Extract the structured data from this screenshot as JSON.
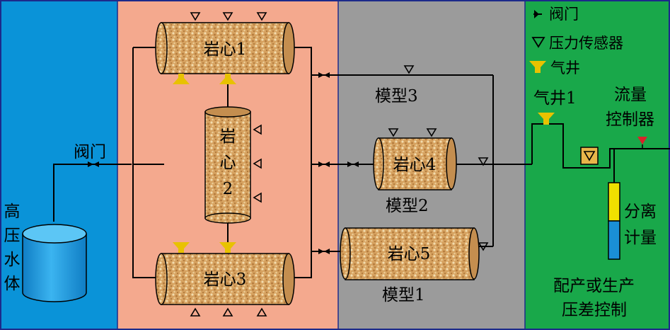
{
  "zones": {
    "water_color": "#0a93d8",
    "core_color": "#f4a98e",
    "model_color": "#9b9b9b",
    "control_color": "#19a84a",
    "border_color": "#1c2a8a"
  },
  "labels": {
    "water_tank": [
      "高",
      "压",
      "水",
      "体"
    ],
    "inlet_valve": "阀门",
    "core1": "岩心1",
    "core2": [
      "岩",
      "心",
      "2"
    ],
    "core3": "岩心3",
    "core4": "岩心4",
    "core5": "岩心5",
    "model3": "模型3",
    "model2": "模型2",
    "model1": "模型1",
    "gas_well1": "气井1",
    "flow_controller": [
      "流量",
      "控制器"
    ],
    "separator": [
      "分离",
      "计量"
    ],
    "control_mode": [
      "配产或生产",
      "压差控制"
    ]
  },
  "legend": [
    {
      "icon": "valve-icon",
      "label": "阀门"
    },
    {
      "icon": "pressure-sensor-icon",
      "label": "压力传感器"
    },
    {
      "icon": "gas-well-icon",
      "label": "气井"
    }
  ],
  "colors": {
    "gas_well": "#e8c200",
    "separator_top": "#f0e000",
    "separator_bottom": "#1a8fd6",
    "tank": "#1e9fe6",
    "core_fill": "#d9a75f",
    "flow_marker": "#d9232a",
    "sensor_box": "#e8b64a"
  }
}
